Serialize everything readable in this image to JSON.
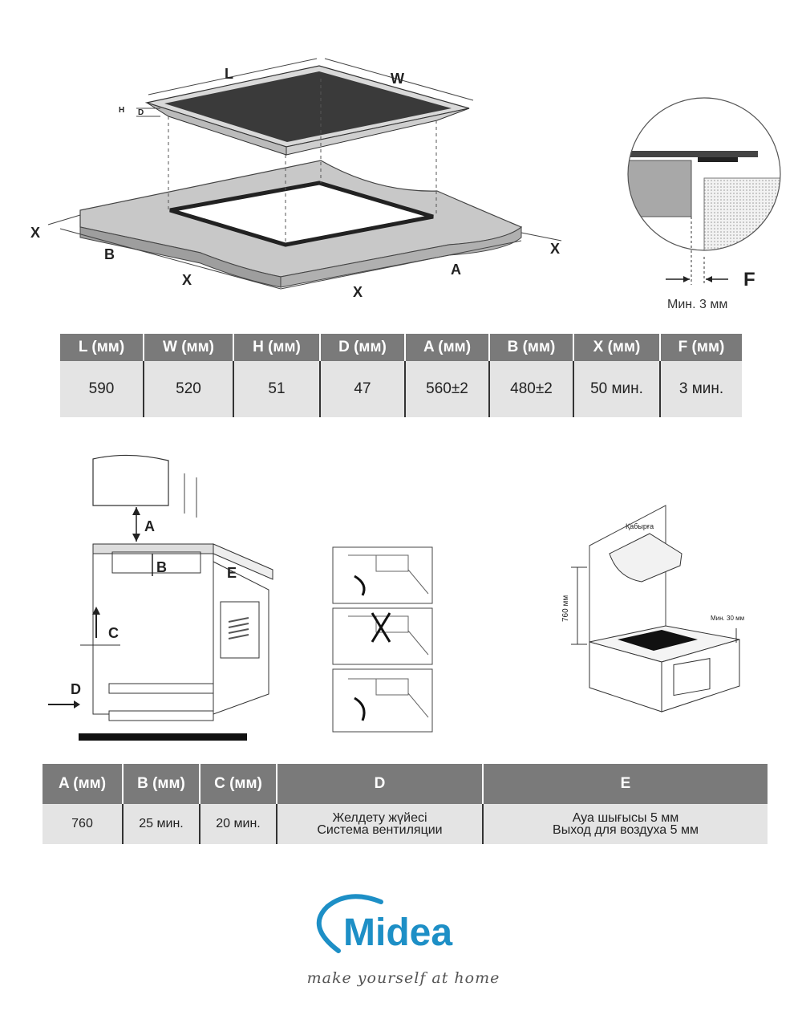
{
  "top_diagram": {
    "labels": {
      "L": "L",
      "W": "W",
      "H": "H",
      "D": "D",
      "X": "X",
      "A": "A",
      "B": "B"
    }
  },
  "detail_diagram": {
    "F": "F",
    "min_note": "Мин. 3 мм"
  },
  "table1": {
    "headers": [
      "L (мм)",
      "W (мм)",
      "H (мм)",
      "D (мм)",
      "A (мм)",
      "B (мм)",
      "X (мм)",
      "F (мм)"
    ],
    "values": [
      "590",
      "520",
      "51",
      "47",
      "560±2",
      "480±2",
      "50 мин.",
      "3 мин."
    ]
  },
  "side_diagram": {
    "labels": {
      "A": "A",
      "B": "B",
      "C": "C",
      "D": "D",
      "E": "E"
    }
  },
  "wall_diagram": {
    "wall_label": "Қабырға",
    "height_label": "760 мм",
    "min_label": "Мин. 30 мм"
  },
  "table2": {
    "headers": [
      "A (мм)",
      "B (мм)",
      "C (мм)",
      "D",
      "E"
    ],
    "values": [
      "760",
      "25 мин.",
      "20 мин.",
      [
        "Желдету жүйесі",
        "Система вентиляции"
      ],
      [
        "Ауа шығысы 5 мм",
        "Выход для воздуха 5 мм"
      ]
    ]
  },
  "brand": {
    "name": "Midea",
    "tagline": "make yourself at home",
    "colors": {
      "brand": "#1d8fc6",
      "header_gray": "#7a7a7a",
      "cell_gray": "#e4e4e4"
    }
  }
}
